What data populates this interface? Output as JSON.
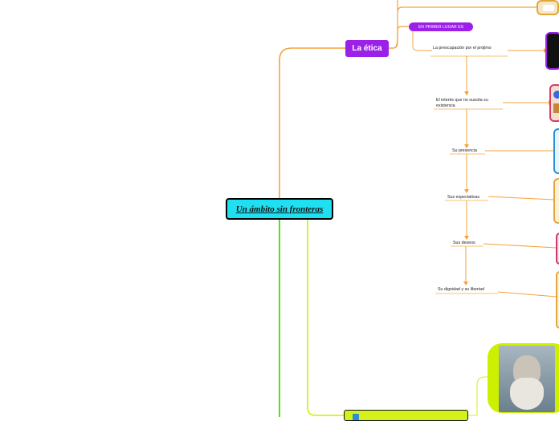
{
  "central": {
    "title": "Un ámbito sin fronteras"
  },
  "etica": {
    "label": "La ética",
    "connector": "EN PRIMER LUGAR ES",
    "items": [
      {
        "label": "La preocupación por el prójimo"
      },
      {
        "label": "El interés que no suscita su existencia"
      },
      {
        "label": "Su presencia"
      },
      {
        "label": "Sus expectativas"
      },
      {
        "label": "Sus deseos"
      },
      {
        "label": "Su dignidad y su libertad"
      }
    ]
  },
  "colors": {
    "central_fill": "#1fe0f0",
    "etica_fill": "#9b21e8",
    "orange_branch": "#f5a23a",
    "green_branch": "#55e020",
    "lime_branch": "#d6f01a"
  },
  "images": {
    "portrait": "socrates-bust-image"
  }
}
